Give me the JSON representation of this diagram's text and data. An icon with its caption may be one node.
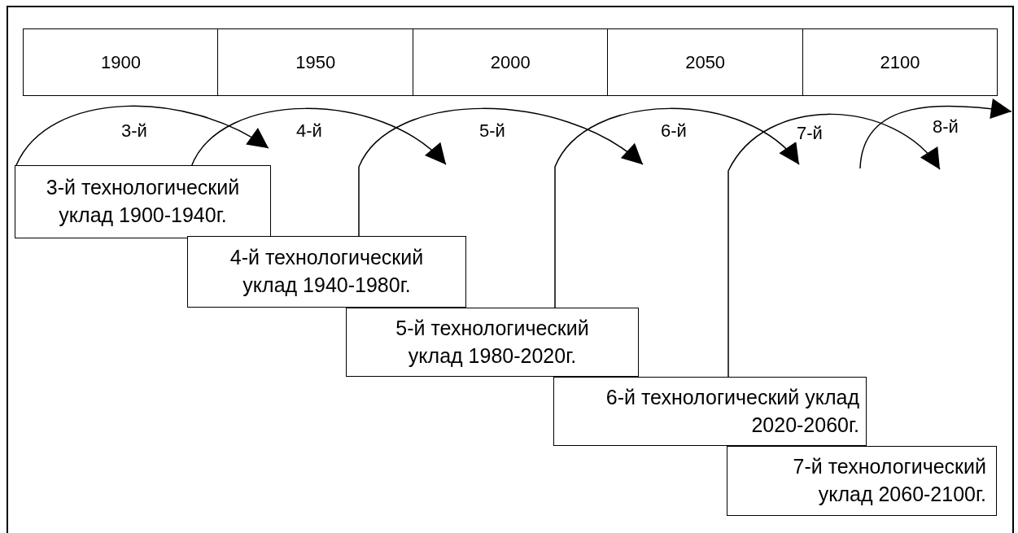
{
  "diagram": {
    "nodes": [
      {
        "text": [
          "1900"
        ]
      },
      {
        "text": [
          "1950"
        ]
      },
      {
        "text": [
          "2000"
        ]
      },
      {
        "text": [
          "2050"
        ]
      },
      {
        "text": [
          "2100"
        ]
      },
      {
        "text": [
          "3-й технологический уклад 1900-1940г."
        ]
      },
      {
        "text": [
          "4-й технологический уклад 1940-1980г."
        ]
      },
      {
        "text": [
          "5-й технологический уклад 1980-2020г."
        ]
      },
      {
        "text": [
          "6-й технологический уклад 2020-2060г."
        ]
      },
      {
        "text": [
          "7-й технологический уклад 2060-2100г."
        ]
      }
    ],
    "edges": [
      {
        "from": 5,
        "to": null,
        "arrow": "to",
        "label": "3-й"
      },
      {
        "from": 6,
        "to": null,
        "arrow": "to",
        "label": "4-й"
      },
      {
        "from": 7,
        "to": null,
        "arrow": "to",
        "label": "5-й"
      },
      {
        "from": 8,
        "to": null,
        "arrow": "to",
        "label": "6-й"
      },
      {
        "from": 9,
        "to": null,
        "arrow": "to",
        "label": "7-й"
      }
    ],
    "labels": [
      "8-й"
    ]
  }
}
